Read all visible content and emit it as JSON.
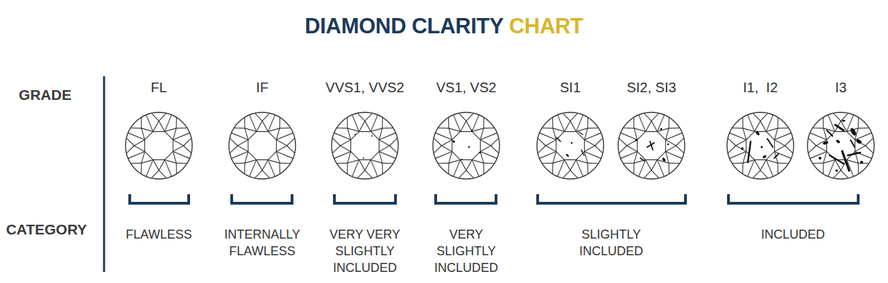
{
  "diagram": {
    "title": "DIAMOND CLARITY",
    "labels": [
      "CHART",
      "GRADE",
      "CATEGORY",
      "FL",
      "IF",
      "VVS1, VVS2",
      "VS1, VS2",
      "SI1",
      "SI2, SI3",
      "I1,  I2",
      "I3",
      "FLAWLESS",
      "INTERNALLY FLAWLESS",
      "VERY VERY SLIGHTLY INCLUDED",
      "VERY SLIGHTLY INCLUDED",
      "SLIGHTLY INCLUDED",
      "INCLUDED"
    ]
  }
}
